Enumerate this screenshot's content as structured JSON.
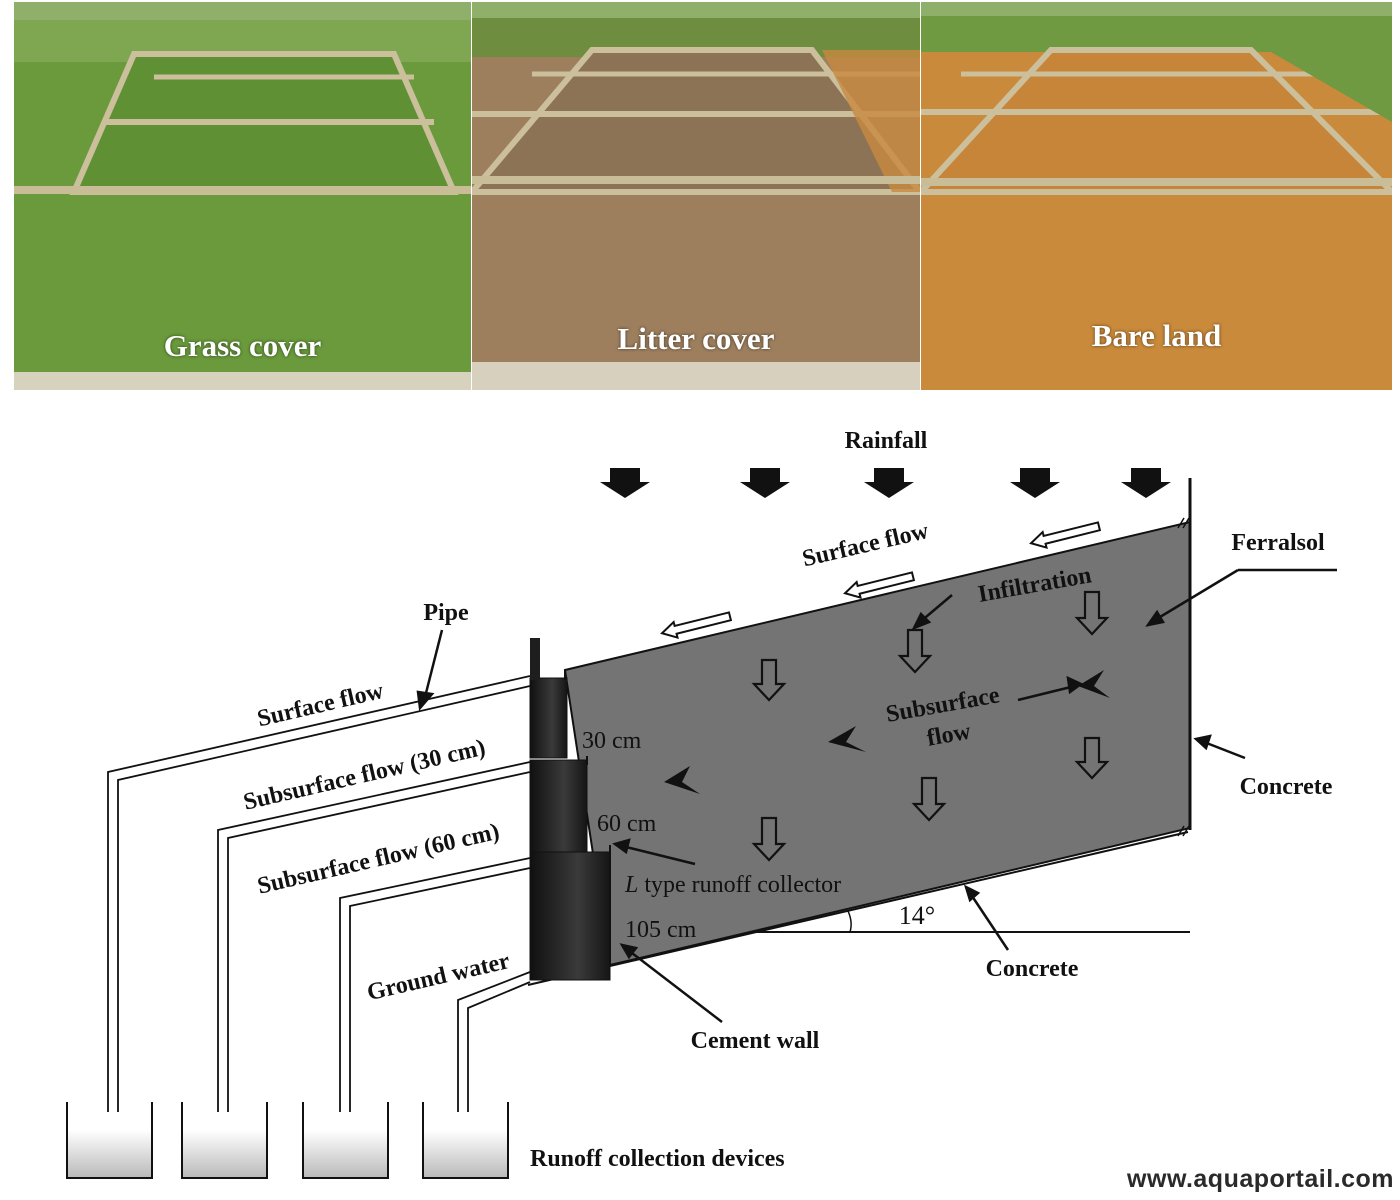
{
  "photos": [
    {
      "label": "Grass cover",
      "surface": "#6a9a3c",
      "far": "#7fa752",
      "frame": "#d7d2bd"
    },
    {
      "label": "Litter cover",
      "surface": "#9d7f5e",
      "far": "#6f8d3e",
      "frame": "#d8d0be"
    },
    {
      "label": "Bare land",
      "surface": "#c98a3b",
      "far": "#6f9a42",
      "frame": "#d8cdb6"
    }
  ],
  "diagram": {
    "rainfall": "Rainfall",
    "surface_flow_top": "Surface flow",
    "infiltration": "Infiltration",
    "ferralsol": "Ferralsol",
    "subsurface_flow_line1": "Subsurface",
    "subsurface_flow_line2": "flow",
    "concrete_right": "Concrete",
    "concrete_bottom": "Concrete",
    "angle": "14°",
    "pipe": "Pipe",
    "pipe_surface_flow": "Surface flow",
    "pipe_subsurface_30": "Subsurface flow (30 cm)",
    "pipe_subsurface_60": "Subsurface flow (60 cm)",
    "pipe_ground_water": "Ground water",
    "depth_30": "30 cm",
    "depth_60": "60 cm",
    "depth_105": "105 cm",
    "collector_italic": "L",
    "collector_rest": " type runoff collector",
    "cement_wall": "Cement wall",
    "runoff_devices": "Runoff collection devices"
  },
  "colors": {
    "soil_block": "#747474",
    "cement_wall": "#1e1e1e",
    "water": "#c8c8c8"
  },
  "watermark": "www.aquaportail.com"
}
